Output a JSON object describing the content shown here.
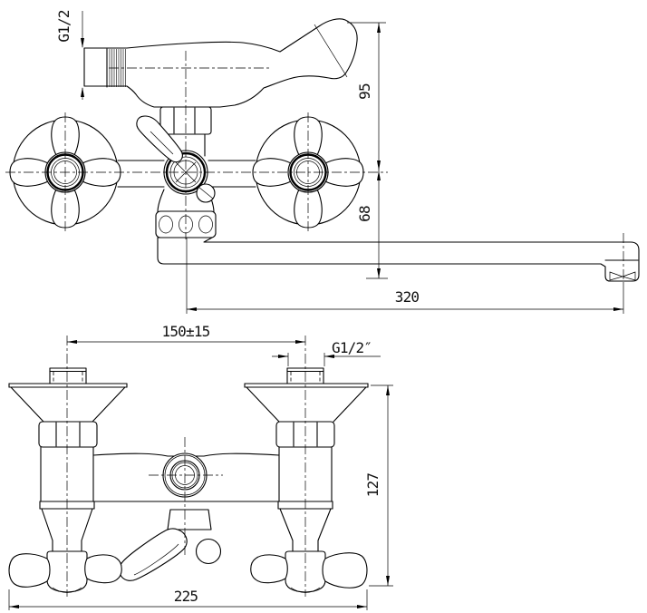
{
  "drawing": {
    "background": "#ffffff",
    "line_color": "#000000",
    "front_view": {
      "dim_inlet_thread": "G1/2",
      "dim_spout_rise": "95",
      "dim_spout_drop": "68",
      "dim_spout_reach": "320"
    },
    "plan_view": {
      "dim_mount_centers": "150±15",
      "dim_connection_thread": "G1/2″",
      "dim_body_depth": "127",
      "dim_overall_width": "225"
    }
  }
}
